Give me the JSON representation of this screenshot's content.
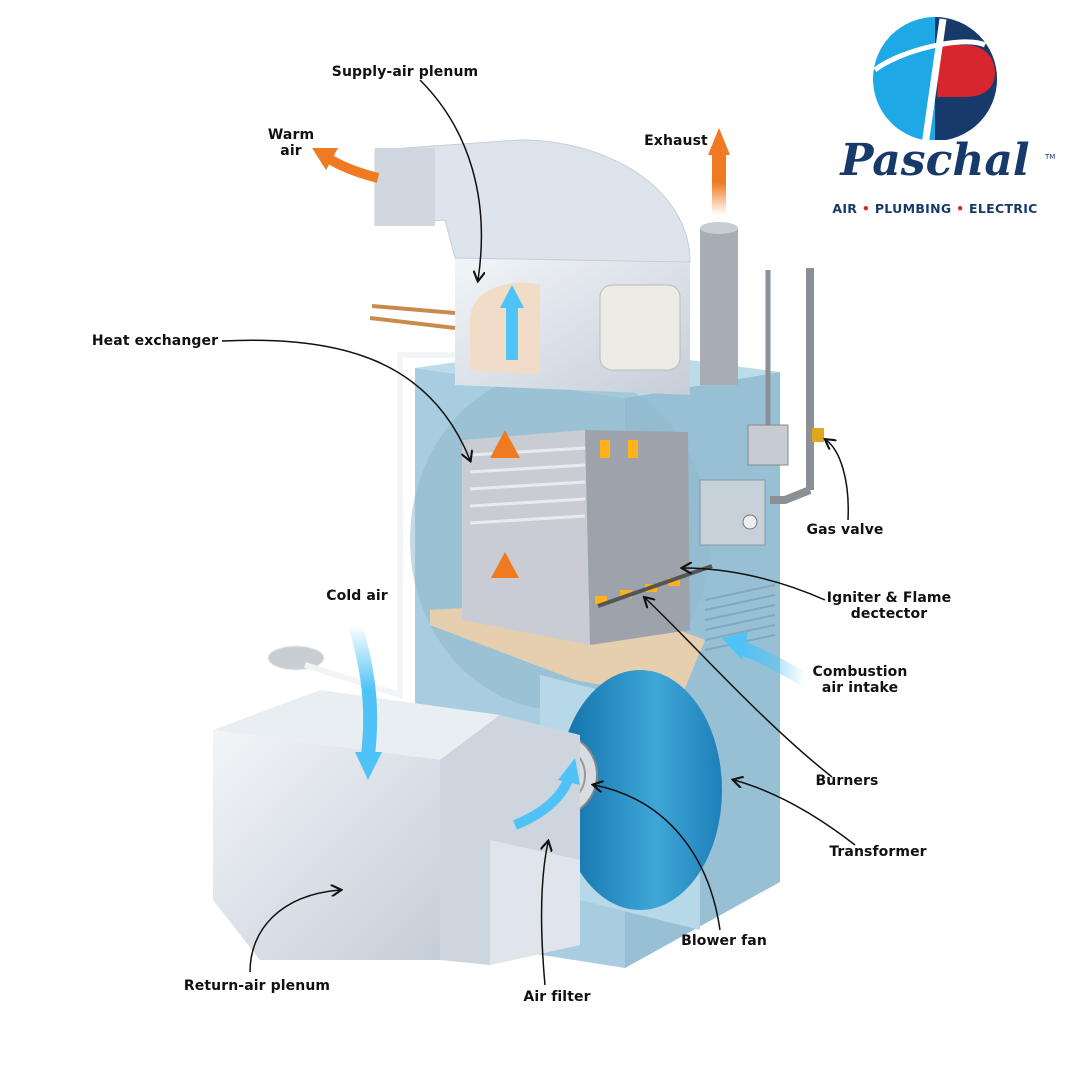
{
  "brand": {
    "name": "Paschal",
    "trademark": "TM",
    "tagline_parts": [
      "AIR",
      "PLUMBING",
      "ELECTRIC"
    ],
    "tagline_separator": "•",
    "colors": {
      "navy": "#183a6b",
      "sky": "#1fa8e6",
      "red": "#d7262e"
    }
  },
  "labels": {
    "supply_air_plenum": "Supply-air plenum",
    "warm_air": [
      "Warm",
      "air"
    ],
    "exhaust": "Exhaust",
    "heat_exchanger": "Heat exchanger",
    "cold_air": "Cold air",
    "gas_valve": "Gas valve",
    "igniter": [
      "Igniter & Flame",
      "dectector"
    ],
    "combustion": [
      "Combustion",
      "air intake"
    ],
    "burners": "Burners",
    "transformer": "Transformer",
    "blower_fan": "Blower fan",
    "return_air_plenum": "Return-air plenum",
    "air_filter": "Air filter"
  },
  "colors": {
    "warm_arrow": "#f07a22",
    "cold_arrow": "#4fc3f7",
    "cabinet": "#a8cde0"
  }
}
